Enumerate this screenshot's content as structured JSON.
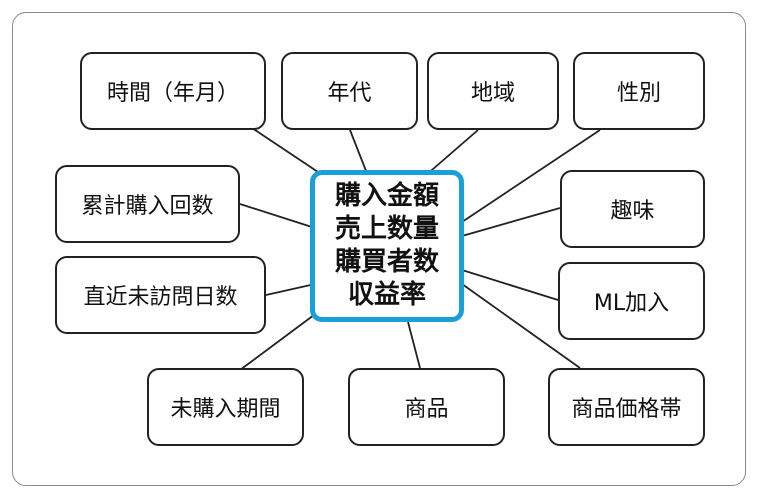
{
  "center": {
    "lines": [
      "購入金額",
      "売上数量",
      "購買者数",
      "収益率"
    ]
  },
  "nodes": {
    "time": "時間（年月）",
    "age": "年代",
    "region": "地域",
    "gender": "性別",
    "cumulative": "累計購入回数",
    "recent": "直近未訪問日数",
    "nopurchase": "未購入期間",
    "product": "商品",
    "pricerange": "商品価格帯",
    "hobby": "趣味",
    "ml": "ML加入"
  },
  "colors": {
    "center_border": "#1aa0d8",
    "node_border": "#222222"
  }
}
